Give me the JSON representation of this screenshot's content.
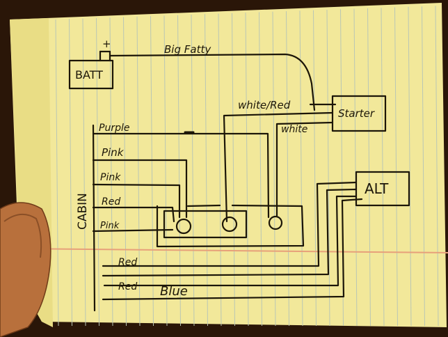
{
  "labels": {
    "battery": "BATT",
    "battery_plus": "+",
    "battery_cable": "Big Fatty",
    "starter": "Starter",
    "white_red": "white/Red",
    "white": "white",
    "alternator": "ALT",
    "cabin": "CABIN",
    "purple": "Purple",
    "pink_1": "Pink",
    "pink_2": "Pink",
    "red_1": "Red",
    "pink_3": "Pink",
    "red_2": "Red",
    "red_3": "Red",
    "blue": "Blue"
  },
  "colors": {
    "paper": "#f2e89a",
    "ink": "#1c1608",
    "rule_line": "#b9c6b5",
    "margin_line": "#e7a07a",
    "background": "#2a1608",
    "thumb": "#b8703c"
  }
}
